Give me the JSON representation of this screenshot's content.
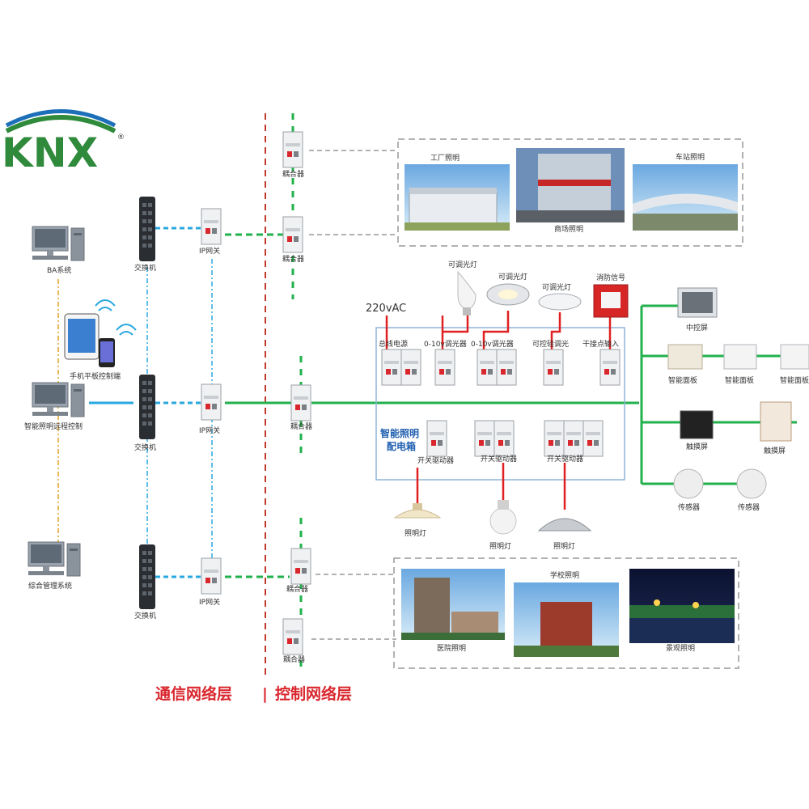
{
  "logo": {
    "text": "KNX",
    "reg": "®"
  },
  "layers": {
    "communication": "通信网络层",
    "control": "控制网络层",
    "separator": "|"
  },
  "voltage": "220vAC",
  "left_systems": {
    "ba": "BA系统",
    "mobile": "手机平板控制端",
    "remote": "智能照明远程控制",
    "integrated": "综合管理系统"
  },
  "switch_label": "交换机",
  "gateway_label": "IP网关",
  "coupler_label": "耦合器",
  "top_scenes": [
    "工厂照明",
    "商场照明",
    "车站照明"
  ],
  "bottom_scenes": [
    "医院照明",
    "学校照明",
    "景观照明"
  ],
  "cabinet": {
    "title_line1": "智能照明",
    "title_line2": "配电箱",
    "top_modules": [
      "总线电源",
      "0-10v调光器",
      "0-10v调光器",
      "可控硅调光",
      "干接点输入"
    ],
    "bottom_modules": [
      "开关驱动器",
      "开关驱动器",
      "开关驱动器"
    ]
  },
  "top_devices": [
    "可调光灯",
    "可调光灯",
    "可调光灯",
    "消防信号"
  ],
  "lamps": [
    "照明灯",
    "照明灯",
    "照明灯"
  ],
  "right_devices": {
    "central": "中控屏",
    "panels": [
      "智能面板",
      "智能面板",
      "智能面板"
    ],
    "touch": [
      "触摸屏",
      "触摸屏"
    ],
    "sensors": [
      "传感器",
      "传感器"
    ]
  },
  "colors": {
    "knx_green": "#2f8a3c",
    "knx_blue": "#1c6fb8",
    "bus_green": "#22b14c",
    "ethernet_blue": "#29a8e0",
    "layer_red": "#c0392b",
    "power_red": "#e02020",
    "orange_dash": "#e0a020",
    "grey_dash": "#999999"
  }
}
